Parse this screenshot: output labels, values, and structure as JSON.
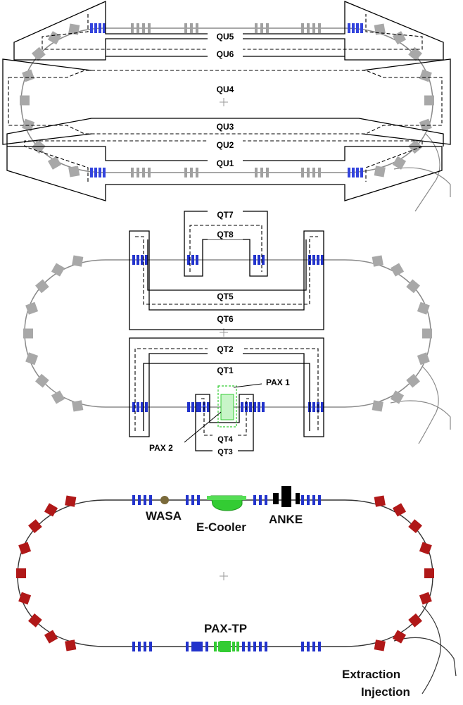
{
  "panel1": {
    "labels": {
      "qu1": "QU1",
      "qu2": "QU2",
      "qu3": "QU3",
      "qu4": "QU4",
      "qu5": "QU5",
      "qu6": "QU6"
    }
  },
  "panel2": {
    "labels": {
      "qt1": "QT1",
      "qt2": "QT2",
      "qt3": "QT3",
      "qt4": "QT4",
      "qt5": "QT5",
      "qt6": "QT6",
      "qt7": "QT7",
      "qt8": "QT8",
      "pax1": "PAX 1",
      "pax2": "PAX 2"
    }
  },
  "panel3": {
    "labels": {
      "wasa": "WASA",
      "ecooler": "E-Cooler",
      "anke": "ANKE",
      "paxtp": "PAX-TP",
      "extraction": "Extraction",
      "injection": "Injection"
    }
  },
  "colors": {
    "dipole": "#b01818",
    "dipole_grey": "#a8a8a8",
    "quad_blue": "#2233cc",
    "green": "#33cc33",
    "beam_line": "#8a8a8a"
  }
}
